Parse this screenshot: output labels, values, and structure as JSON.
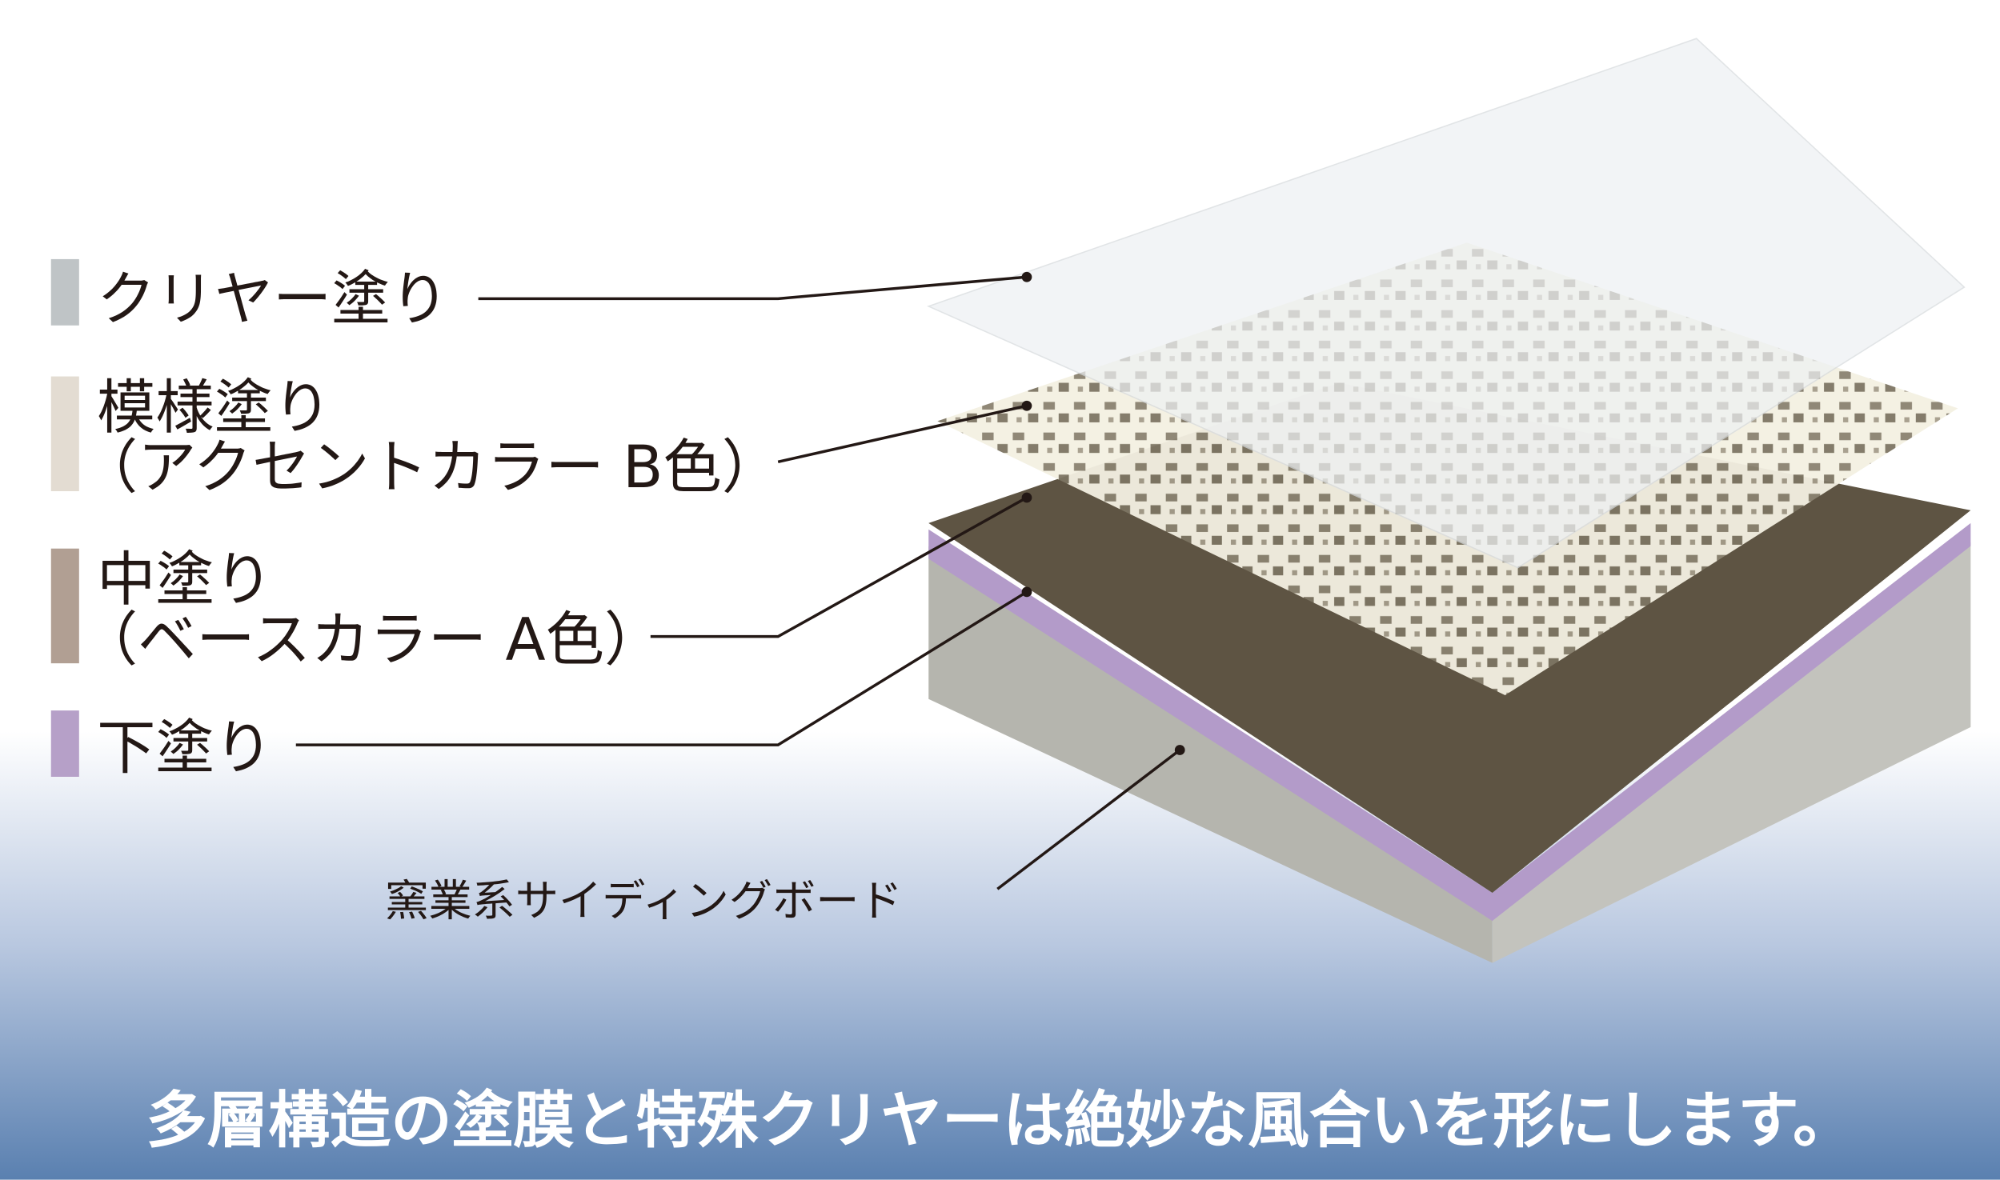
{
  "layers": [
    {
      "label_lines": [
        "クリヤー塗り"
      ],
      "color": "#bfc4c6"
    },
    {
      "label_lines": [
        "模様塗り",
        "（アクセントカラー B色）"
      ],
      "color": "#e3dcd2"
    },
    {
      "label_lines": [
        "中塗り",
        "（ベースカラー A色）"
      ],
      "color": "#b19f93"
    },
    {
      "label_lines": [
        "下塗り"
      ],
      "color": "#b6a0c8"
    }
  ],
  "substrate_label": "窯業系サイディングボード",
  "caption": "多層構造の塗膜と特殊クリヤーは絶妙な風合いを形にします。",
  "colors": {
    "gradient_bottom": "#5a80b0",
    "brown": "#5e5443",
    "purple": "#b39bc9",
    "gray": "#b9b9b3",
    "cream": "#f3f0e2"
  }
}
